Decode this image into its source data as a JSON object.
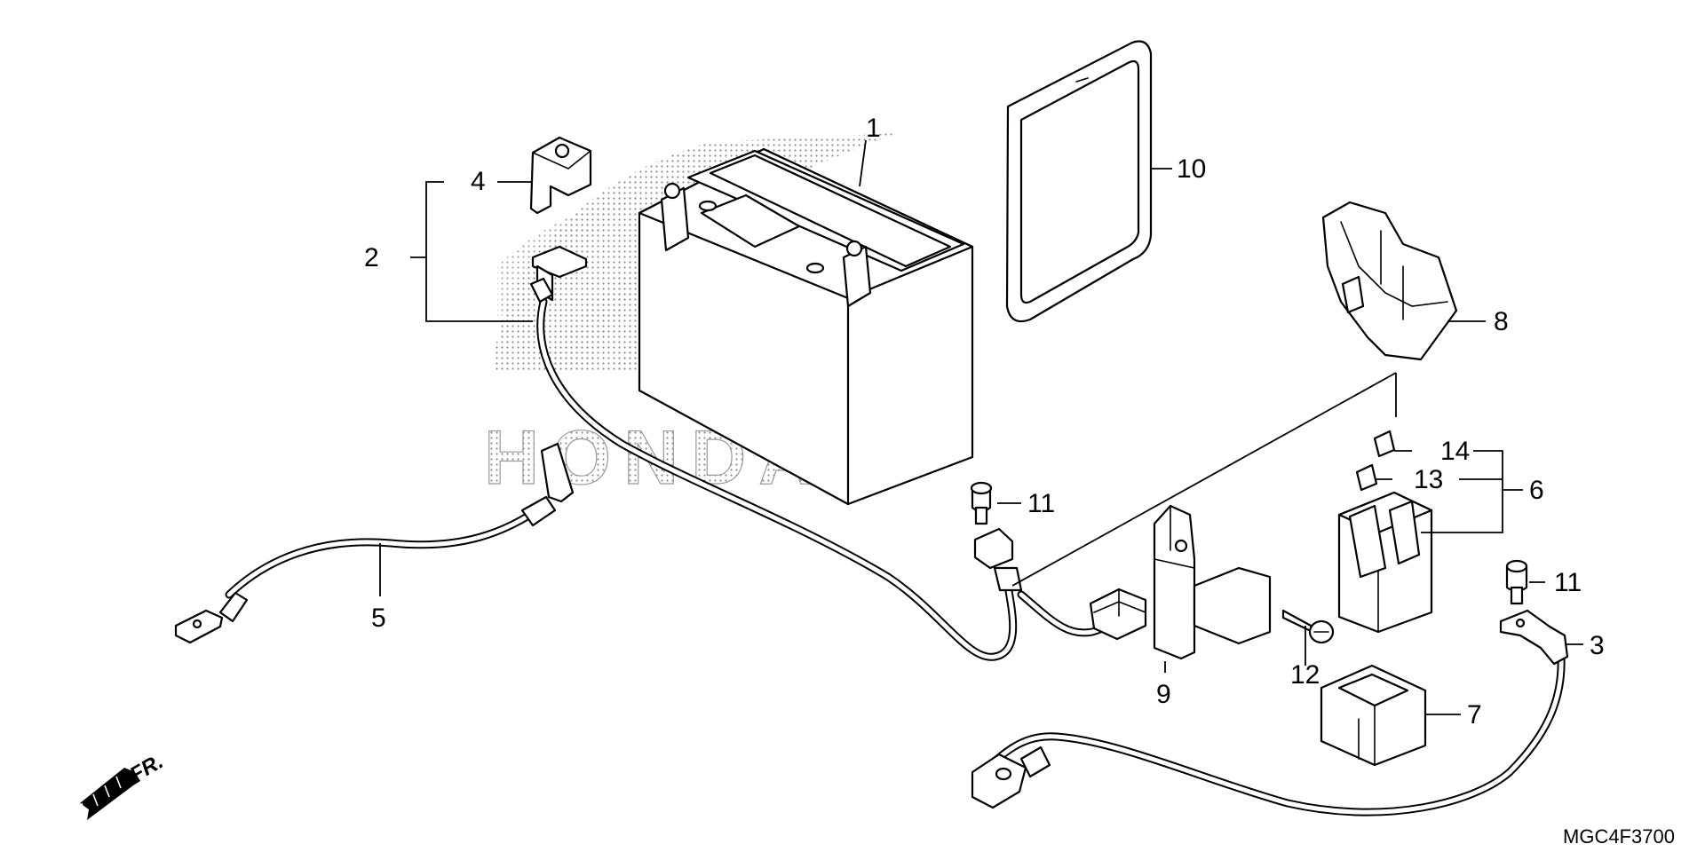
{
  "callouts": {
    "c1": "1",
    "c2": "2",
    "c3": "3",
    "c4": "4",
    "c5": "5",
    "c6": "6",
    "c7": "7",
    "c8": "8",
    "c9": "9",
    "c10": "10",
    "c11a": "11",
    "c11b": "11",
    "c12": "12",
    "c13": "13",
    "c14": "14"
  },
  "direction_label": "FR.",
  "diagram_code": "MGC4F3700",
  "watermark": "HONDA",
  "colors": {
    "line": "#000000",
    "background": "#ffffff",
    "watermark": "#9a9a9a"
  }
}
